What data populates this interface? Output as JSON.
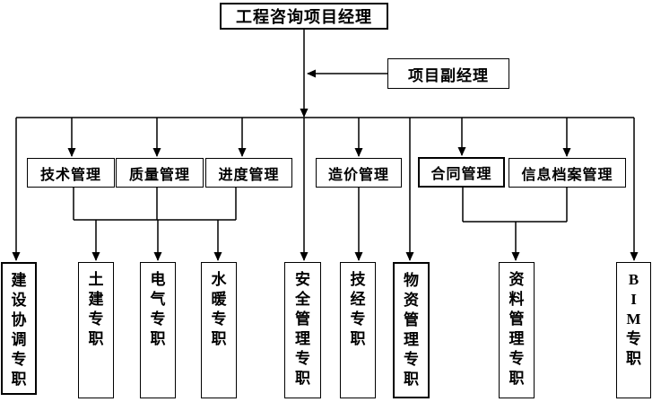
{
  "root": {
    "label": "工程咨询项目经理"
  },
  "deputy": {
    "label": "项目副经理"
  },
  "departments": [
    {
      "label": "技术管理"
    },
    {
      "label": "质量管理"
    },
    {
      "label": "进度管理"
    },
    {
      "label": "造价管理"
    },
    {
      "label": "合同管理"
    },
    {
      "label": "信息档案管理"
    }
  ],
  "specialists": [
    {
      "label": "建设协调专职"
    },
    {
      "label": "土建专职"
    },
    {
      "label": "电气专职"
    },
    {
      "label": "水暖专职"
    },
    {
      "label": "安全管理专职"
    },
    {
      "label": "技经专职"
    },
    {
      "label": "物资管理专职"
    },
    {
      "label": "资料管理专职"
    },
    {
      "label": "BIM专职"
    }
  ],
  "colors": {
    "line": "#000000",
    "background": "#ffffff",
    "text": "#000000"
  }
}
